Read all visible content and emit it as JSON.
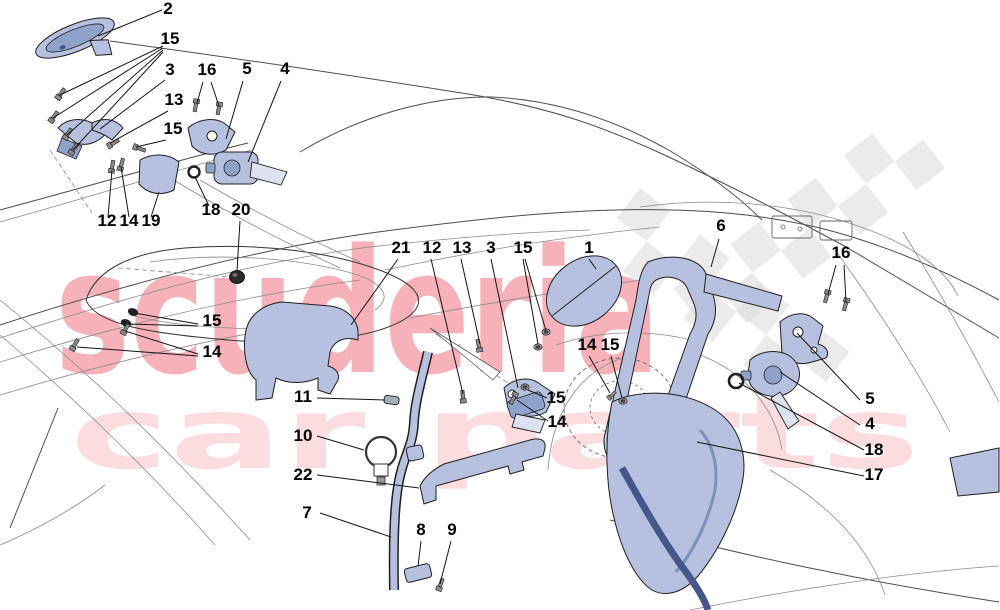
{
  "figure": {
    "kind": "car parts exploded diagram",
    "background": "#ffffff",
    "line_color": "#4d4d4d",
    "highlight_part_color": "#b5c1df"
  },
  "watermark": {
    "line1": "scuderia",
    "line2": "car parts",
    "text_color": "#e2001a",
    "checker_color": "#dadada"
  },
  "callouts": [
    {
      "label": "2"
    },
    {
      "label": "15"
    },
    {
      "label": "3"
    },
    {
      "label": "16"
    },
    {
      "label": "5"
    },
    {
      "label": "4"
    },
    {
      "label": "13"
    },
    {
      "label": "15"
    },
    {
      "label": "12"
    },
    {
      "label": "14"
    },
    {
      "label": "19"
    },
    {
      "label": "18"
    },
    {
      "label": "20"
    },
    {
      "label": "15"
    },
    {
      "label": "14"
    },
    {
      "label": "11"
    },
    {
      "label": "10"
    },
    {
      "label": "22"
    },
    {
      "label": "7"
    },
    {
      "label": "21"
    },
    {
      "label": "12"
    },
    {
      "label": "13"
    },
    {
      "label": "3"
    },
    {
      "label": "15"
    },
    {
      "label": "1"
    },
    {
      "label": "14"
    },
    {
      "label": "15"
    },
    {
      "label": "15"
    },
    {
      "label": "14"
    },
    {
      "label": "8"
    },
    {
      "label": "9"
    },
    {
      "label": "6"
    },
    {
      "label": "16"
    },
    {
      "label": "5"
    },
    {
      "label": "4"
    },
    {
      "label": "18"
    },
    {
      "label": "17"
    }
  ]
}
